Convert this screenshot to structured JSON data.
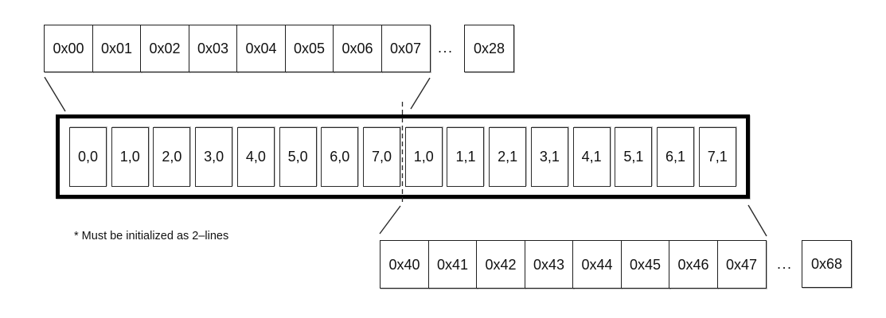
{
  "diagram": {
    "top_strip": {
      "cells": [
        "0x00",
        "0x01",
        "0x02",
        "0x03",
        "0x04",
        "0x05",
        "0x06",
        "0x07"
      ],
      "ellipsis": "...",
      "end_cell": "0x28"
    },
    "line_buffer": {
      "cells": [
        "0,0",
        "1,0",
        "2,0",
        "3,0",
        "4,0",
        "5,0",
        "6,0",
        "7,0",
        "1,0",
        "1,1",
        "2,1",
        "3,1",
        "4,1",
        "5,1",
        "6,1",
        "7,1"
      ]
    },
    "bottom_strip": {
      "cells": [
        "0x40",
        "0x41",
        "0x42",
        "0x43",
        "0x44",
        "0x45",
        "0x46",
        "0x47"
      ],
      "ellipsis": "...",
      "end_cell": "0x68"
    },
    "footnote": "* Must be initialized as 2–lines",
    "colors": {
      "background": "#ffffff",
      "text": "#111111",
      "cell_border": "#1f1f1f",
      "container_border": "#000000",
      "connector": "#2a2a2a",
      "shadow": "#828282"
    }
  }
}
